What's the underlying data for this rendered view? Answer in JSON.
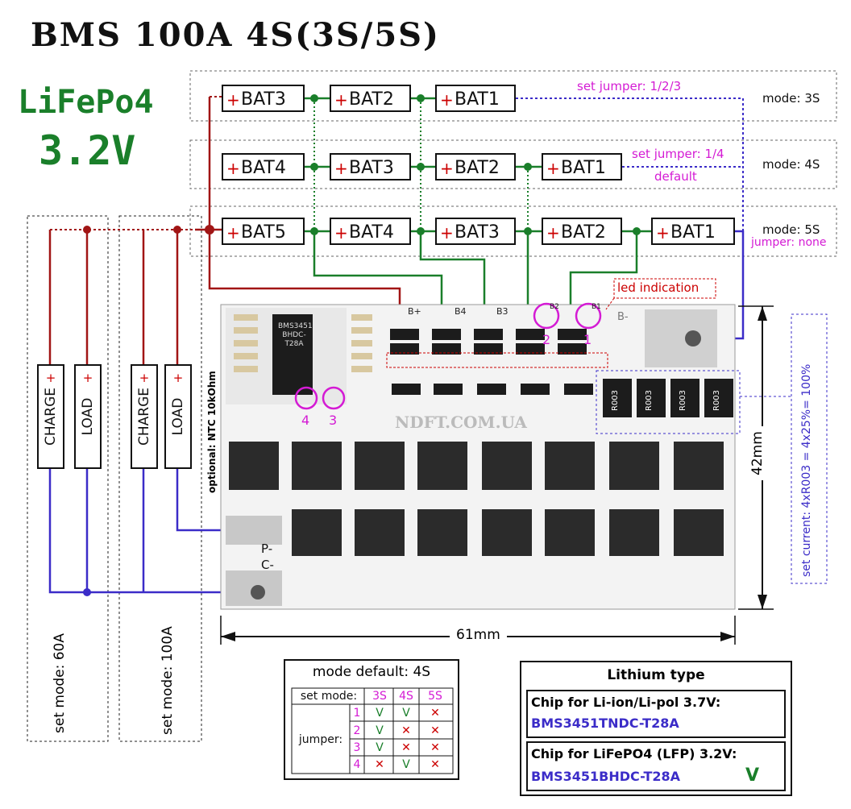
{
  "title": "BMS 100A 4S(3S/5S)",
  "chemistry": {
    "name": "LiFePo4",
    "voltage": "3.2V"
  },
  "rows": [
    {
      "mode": "mode: 3S",
      "cells": [
        "BAT3",
        "BAT2",
        "BAT1"
      ],
      "note": "set jumper: 1/2/3"
    },
    {
      "mode": "mode: 4S",
      "cells": [
        "BAT4",
        "BAT3",
        "BAT2",
        "BAT1"
      ],
      "note": "set jumper: 1/4",
      "note2": "default"
    },
    {
      "mode": "mode: 5S",
      "cells": [
        "BAT5",
        "BAT4",
        "BAT3",
        "BAT2",
        "BAT1"
      ],
      "note": "jumper: none"
    }
  ],
  "loads": {
    "charge": "CHARGE",
    "load": "LOAD",
    "plus": "+",
    "mode60": "set mode: 60A",
    "mode100": "set mode: 100A"
  },
  "board": {
    "chip_text": "BMS3451\nBHDC-T28A",
    "chip_line1": "BMS3451",
    "chip_line2": "BHDC-T28A",
    "ntc": "optional: NTC 10kOhm",
    "watermark": "NDFT.COM.UA",
    "led": "led indication",
    "pads": [
      "B+",
      "B4",
      "B3",
      "B2",
      "B1"
    ],
    "bminus": "B-",
    "pminus": "P-",
    "cminus": "C-",
    "jumpers": [
      "1",
      "2",
      "3",
      "4"
    ],
    "resistors": [
      "R003",
      "R003",
      "R003",
      "R003"
    ],
    "width": "61mm",
    "height": "42mm",
    "current": "set current: 4xR003 = 4x25%= 100%"
  },
  "mode_table": {
    "title": "mode default: 4S",
    "header": [
      "set mode:",
      "3S",
      "4S",
      "5S"
    ],
    "row_label": "jumper:",
    "rows": [
      {
        "j": "1",
        "v": [
          "V",
          "V",
          "✕"
        ]
      },
      {
        "j": "2",
        "v": [
          "V",
          "✕",
          "✕"
        ]
      },
      {
        "j": "3",
        "v": [
          "V",
          "✕",
          "✕"
        ]
      },
      {
        "j": "4",
        "v": [
          "✕",
          "V",
          "✕"
        ]
      }
    ]
  },
  "lithium": {
    "title": "Lithium type",
    "li_ion_label": "Chip for Li-ion/Li-pol 3.7V:",
    "li_ion_chip": "BMS3451TNDC-T28A",
    "lfp_label": "Chip for LiFePO4 (LFP) 3.2V:",
    "lfp_chip": "BMS3451BHDC-T28A",
    "lfp_check": "V"
  },
  "colors": {
    "red": "#a11515",
    "green": "#1a7f2a",
    "blue": "#3b2cc8",
    "pink": "#d41bd4"
  }
}
